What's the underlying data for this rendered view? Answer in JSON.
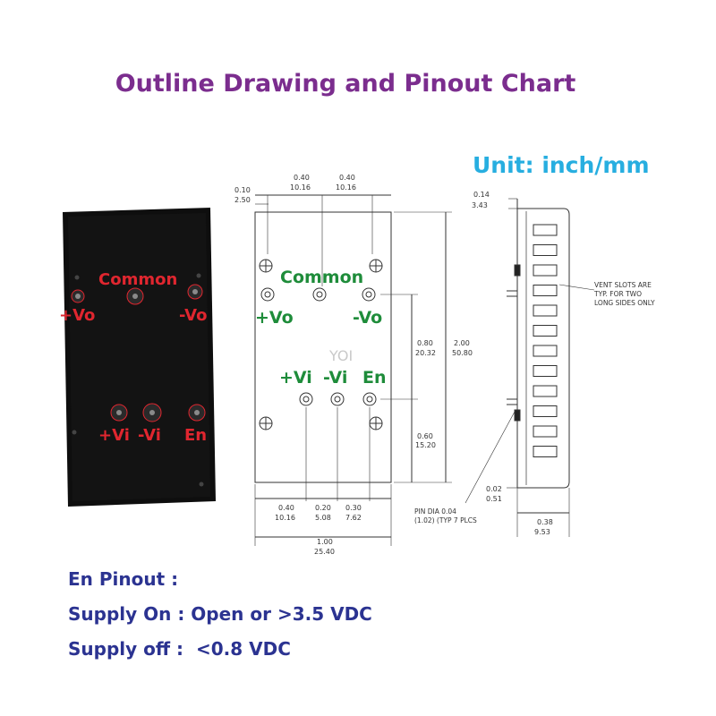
{
  "title": "Outline Drawing and Pinout Chart",
  "unit_label": "Unit: inch/mm",
  "watermark": "YOI",
  "photo_labels": {
    "common": "Common",
    "plus_vo": "+Vo",
    "minus_vo": "-Vo",
    "plus_vi": "+Vi",
    "minus_vi": "-Vi",
    "en": "En"
  },
  "drawing_labels": {
    "common": "Common",
    "plus_vo": "+Vo",
    "minus_vo": "-Vo",
    "plus_vi": "+Vi",
    "minus_vi": "-Vi",
    "en": "En"
  },
  "top_dims": {
    "edge_in": "0.10",
    "edge_mm": "2.50",
    "left_in": "0.40",
    "left_mm": "10.16",
    "right_in": "0.40",
    "right_mm": "10.16"
  },
  "right_dims": {
    "mid_in": "0.80",
    "mid_mm": "20.32",
    "total_in": "2.00",
    "total_mm": "50.80",
    "lower_in": "0.60",
    "lower_mm": "15.20"
  },
  "bottom_dims": {
    "a_in": "0.40",
    "a_mm": "10.16",
    "b_in": "0.20",
    "b_mm": "5.08",
    "c_in": "0.30",
    "c_mm": "7.62",
    "width_in": "1.00",
    "width_mm": "25.40"
  },
  "side_dims": {
    "top_in": "0.14",
    "top_mm": "3.43",
    "pin_in": "0.02",
    "pin_mm": "0.51",
    "depth_in": "0.38",
    "depth_mm": "9.53"
  },
  "vent_note": [
    "VENT SLOTS ARE",
    "TYP. FOR TWO",
    "LONG SIDES ONLY"
  ],
  "pin_note": [
    "PIN DIA 0.04",
    "(1.02) (TYP 7 PLCS"
  ],
  "en_pinout": {
    "heading": "En Pinout :",
    "on": "Supply On : Open or >3.5 VDC",
    "off": "Supply off :  <0.8 VDC"
  },
  "colors": {
    "title": "#7b2d8e",
    "unit": "#27aee0",
    "pin_label_red": "#e0262f",
    "pin_label_green": "#1e8c3a",
    "en_text": "#2b3391"
  }
}
